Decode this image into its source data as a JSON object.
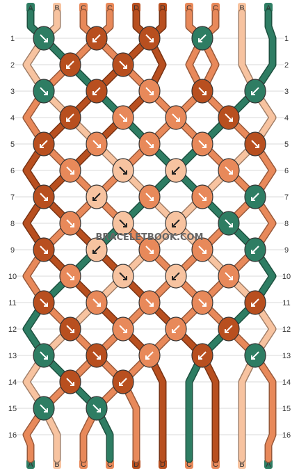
{
  "watermark": "BRACELETBOOK.COM",
  "strings": [
    "A",
    "B",
    "C",
    "C",
    "D",
    "D",
    "C",
    "C",
    "B",
    "A"
  ],
  "colors": {
    "A": "#2e7d63",
    "B": "#f7c3a0",
    "C": "#e8895a",
    "D": "#b84f1f"
  },
  "rows": [
    1,
    2,
    3,
    4,
    5,
    6,
    7,
    8,
    9,
    10,
    11,
    12,
    13,
    14,
    15,
    16
  ],
  "knot_rows": [
    [
      "A:se",
      "D:sw",
      "D:se",
      "A:sw"
    ],
    [
      "D:sw",
      "D:se"
    ],
    [
      "A:se",
      "D:sw",
      "C:se",
      "D:se",
      "A:sw"
    ],
    [
      "D:sw",
      "C:se",
      "C:se",
      "D:se"
    ],
    [
      "D:sw",
      "C:se",
      "C:se",
      "C:se",
      "D:se"
    ],
    [
      "C:se",
      "B:se",
      "B:sw",
      "C:se"
    ],
    [
      "D:se",
      "B:sw",
      "C:se",
      "C:se",
      "A:sw"
    ],
    [
      "C:se",
      "B:se",
      "B:sw",
      "A:se"
    ],
    [
      "D:se",
      "B:sw",
      "C:se",
      "C:se",
      "A:sw"
    ],
    [
      "C:se",
      "B:se",
      "B:sw",
      "C:se"
    ],
    [
      "D:se",
      "C:se",
      "C:se",
      "C:se",
      "D:sw"
    ],
    [
      "D:se",
      "C:se",
      "C:sw",
      "D:sw"
    ],
    [
      "A:se",
      "D:se",
      "C:sw",
      "D:sw",
      "A:sw"
    ],
    [
      "D:se",
      "D:sw"
    ],
    [
      "A:se",
      "A:se"
    ],
    []
  ]
}
